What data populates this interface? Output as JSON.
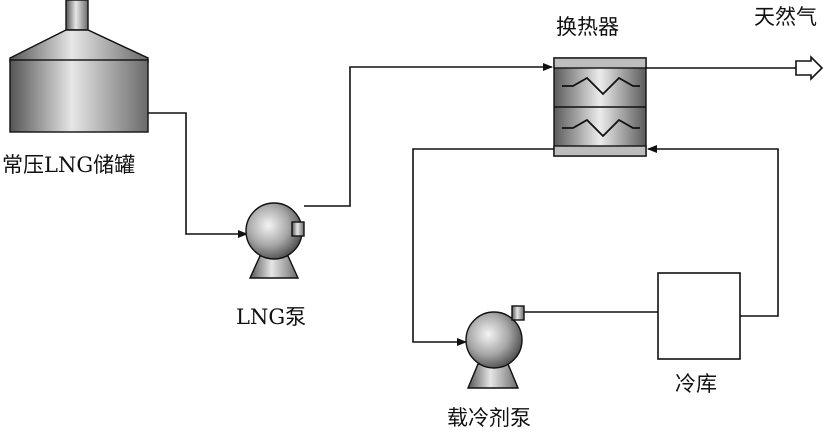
{
  "labels": {
    "tank": "常压LNG储罐",
    "lng_pump": "LNG泵",
    "heat_exchanger": "换热器",
    "natural_gas": "天然气",
    "refrigerant_pump": "载冷剂泵",
    "cold_storage": "冷库"
  }
}
